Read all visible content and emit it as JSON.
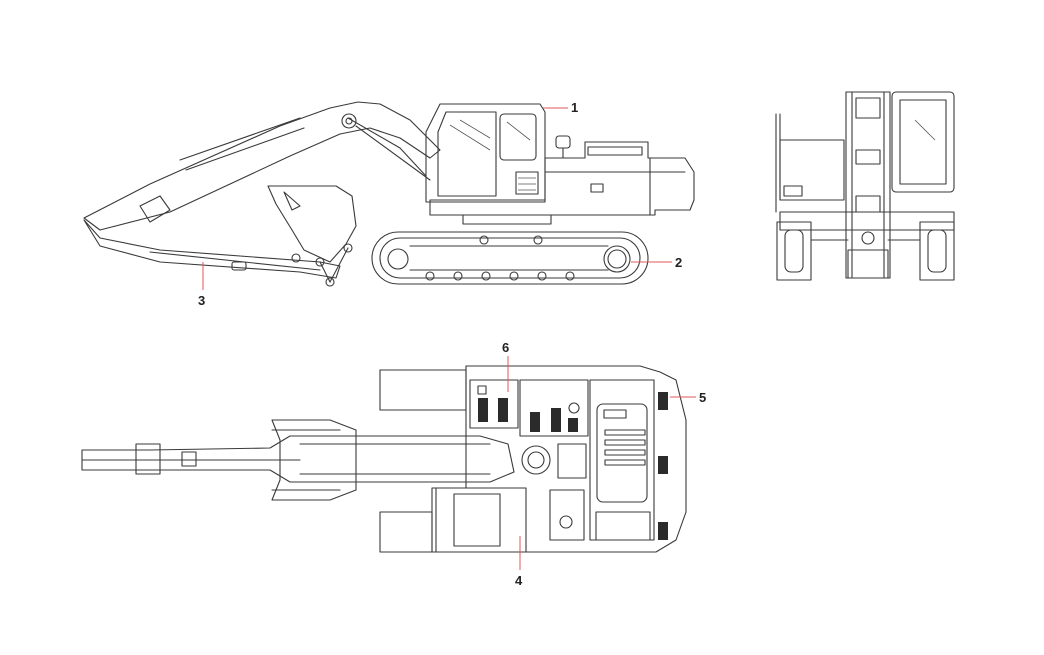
{
  "diagram": {
    "callouts": [
      {
        "id": "1",
        "label": "1"
      },
      {
        "id": "2",
        "label": "2"
      },
      {
        "id": "3",
        "label": "3"
      },
      {
        "id": "4",
        "label": "4"
      },
      {
        "id": "5",
        "label": "5"
      },
      {
        "id": "6",
        "label": "6"
      }
    ],
    "colors": {
      "line": "#3a3a3a",
      "leader": "#e05a5a",
      "background": "#ffffff"
    }
  }
}
